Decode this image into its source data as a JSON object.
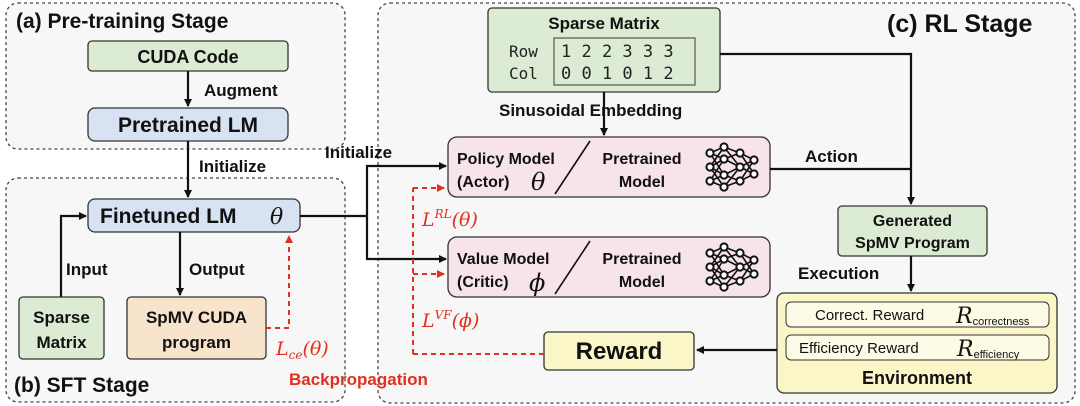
{
  "stages": {
    "pretrain": "(a) Pre-training Stage",
    "sft": "(b) SFT Stage",
    "rl": "(c) RL Stage"
  },
  "pretrain": {
    "cuda_code": "CUDA Code",
    "augment": "Augment",
    "pretrained_lm": "Pretrained LM",
    "initialize": "Initialize"
  },
  "sft": {
    "finetuned_lm": "Finetuned LM",
    "theta": "θ",
    "input": "Input",
    "output": "Output",
    "sparse_matrix_line1": "Sparse",
    "sparse_matrix_line2": "Matrix",
    "spmv_line1": "SpMV CUDA",
    "spmv_line2": "program",
    "loss_ce": "L",
    "loss_ce_sub": "ce",
    "loss_ce_arg": "(θ)",
    "backprop": "Backpropagation"
  },
  "rl": {
    "initialize": "Initialize",
    "sparse_matrix_title": "Sparse Matrix",
    "row_label": "Row",
    "row_values": "1 2 2 3 3 3",
    "col_label": "Col",
    "col_values": "0 0 1 0 1 2",
    "embedding": "Sinusoidal Embedding",
    "policy_line1": "Policy Model",
    "policy_line2": "(Actor)",
    "policy_symbol": "θ",
    "pretrained_line1": "Pretrained",
    "pretrained_line2": "Model",
    "value_line1": "Value Model",
    "value_line2": "(Critic)",
    "value_symbol": "ϕ",
    "action": "Action",
    "generated_line1": "Generated",
    "generated_line2": "SpMV Program",
    "execution": "Execution",
    "correct_reward": "Correct. Reward",
    "correct_R": "R",
    "correct_sub": "correctness",
    "efficiency_reward": "Efficiency Reward",
    "efficiency_R": "R",
    "efficiency_sub": "efficiency",
    "environment": "Environment",
    "reward": "Reward",
    "loss_rl": "L",
    "loss_rl_sup": "RL",
    "loss_rl_arg": "(θ)",
    "loss_vf": "L",
    "loss_vf_sup": "VF",
    "loss_vf_arg": "(ϕ)"
  },
  "colors": {
    "green_fill": "#dcebd3",
    "blue_fill": "#d7e3f2",
    "orange_fill": "#f8e3cc",
    "pink_fill": "#f7e4ea",
    "yellow_fill": "#fbf6c8",
    "red": "#e0301e",
    "panel_fill": "#f7f7f7"
  }
}
